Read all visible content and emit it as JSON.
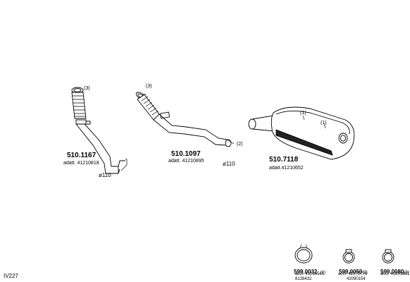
{
  "diagram_code": "IV227",
  "parts": [
    {
      "code": "510.1167",
      "adatt_label": "adatt.",
      "ref": "41210818",
      "callout": "(3)",
      "diameter": "ø110"
    },
    {
      "code": "510.1097",
      "adatt_label": "adatt.",
      "ref": "41210895",
      "callout_top": "(3)",
      "callout_right": "(2)",
      "diameter": "ø110"
    },
    {
      "code": "510.7118",
      "adatt_label": "adatt.",
      "ref": "41210652",
      "callout_a": "(1)",
      "callout_b": "(1)"
    }
  ],
  "small_parts": [
    {
      "code": "599.0032",
      "qty": "(1)",
      "line1": "acct. 41016565",
      "line2": "8138432"
    },
    {
      "code": "599.0050",
      "qty": "(2)",
      "line1": "acct. 42075778",
      "line2": "42090154"
    },
    {
      "code": "599.0080",
      "qty": "(3)",
      "line1": "acct. 41201881",
      "line2": ""
    }
  ]
}
